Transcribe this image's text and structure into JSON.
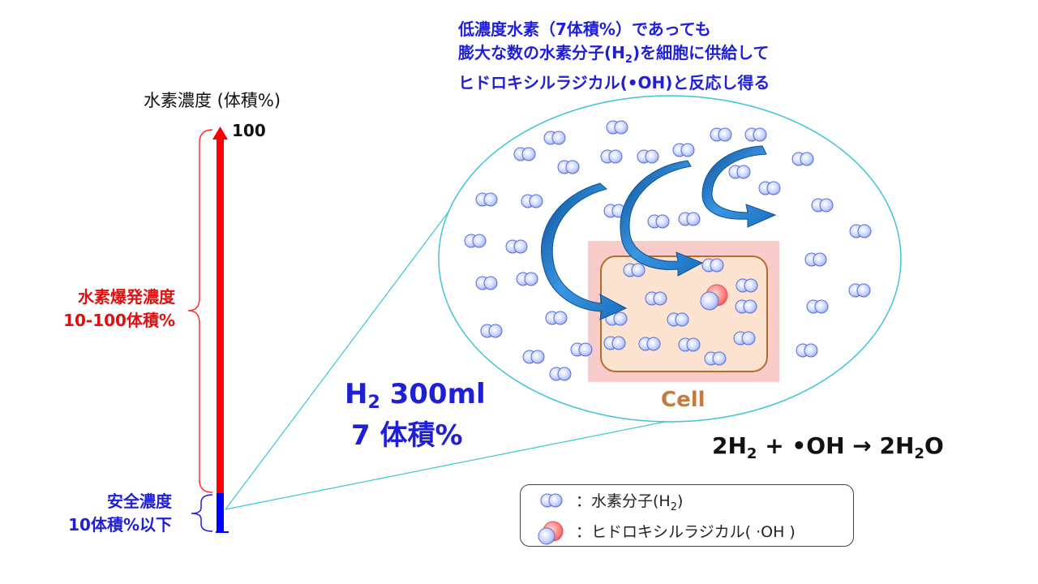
{
  "top_note": {
    "line1": "低濃度水素（7体積%）であっても",
    "line2_a": "膨大な数の水素分子(H",
    "line2_sub": "2",
    "line2_b": ")を細胞に供給して",
    "line3": "ヒドロキシルラジカル(•OH)と反応し得る"
  },
  "axis": {
    "title": "水素濃度 (体積%)",
    "top_value": "100"
  },
  "ranges": {
    "explosive": {
      "line1": "水素爆発濃度",
      "line2": "10-100体積%",
      "color": "#ff0000"
    },
    "safe": {
      "line1": "安全濃度",
      "line2": "10体積%以下",
      "color": "#0000ff"
    }
  },
  "h2_amount": {
    "line1_a": "H",
    "line1_sub": "2",
    "line1_b": " 300ml",
    "line2": "7 体積%"
  },
  "cell": {
    "label": "Cell"
  },
  "equation": {
    "a": "2H",
    "a_sub": "2",
    "b": " + •OH → 2H",
    "b_sub": "2",
    "c": "O"
  },
  "legend": {
    "row1_a": "：水素分子(H",
    "row1_sub": "2",
    "row1_b": ")",
    "row2": "：ヒドロキシルラジカル( ·OH )"
  },
  "colors": {
    "molecule": "#c8d4ff",
    "molecule_stroke": "#5a6fd8",
    "radical": "#ff8a8a",
    "ellipse": "#41c4d8",
    "cell_bg": "#f9cccc",
    "cell_border": "#b96a2a",
    "arrow": "#1f7fd0"
  }
}
